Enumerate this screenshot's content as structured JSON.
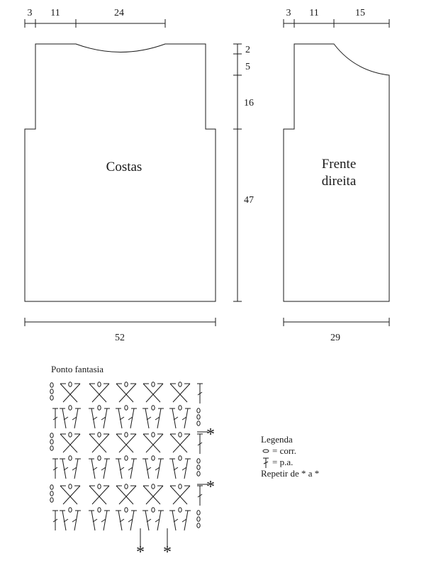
{
  "pieces": {
    "back": {
      "label": "Costas"
    },
    "front": {
      "label_line1": "Frente",
      "label_line2": "direita"
    }
  },
  "dimensions": {
    "back_top_left": "3",
    "back_top_mid": "11",
    "back_top_right": "24",
    "front_top_left": "3",
    "front_top_mid": "11",
    "front_top_right": "15",
    "side_a": "2",
    "side_b": "5",
    "side_c": "16",
    "side_d": "47",
    "back_width": "52",
    "front_width": "29"
  },
  "stitch_chart": {
    "title": "Ponto fantasia",
    "repeat_marker": "*",
    "legend": {
      "title": "Legenda",
      "chain": "= corr.",
      "treble": "= p.a.",
      "repeat": "Repetir de * a *"
    }
  }
}
